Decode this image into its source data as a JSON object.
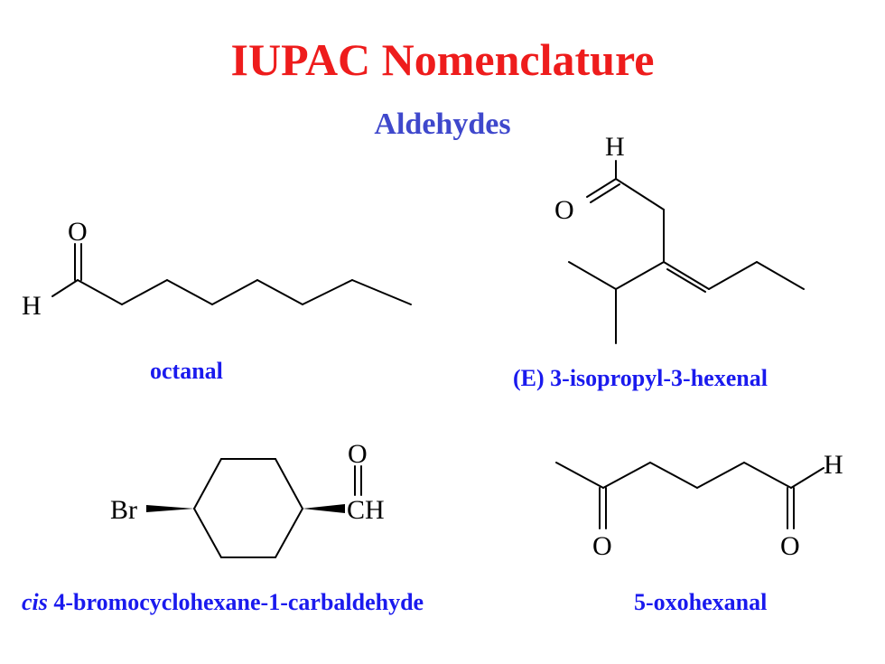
{
  "title": "IUPAC Nomenclature",
  "subtitle": "Aldehydes",
  "colors": {
    "title": "#ee1c1c",
    "subtitle": "#3f48cc",
    "label": "#1a1aee",
    "bond": "#000000"
  },
  "structures": [
    {
      "name": "octanal",
      "atoms": [
        "O",
        "H"
      ]
    },
    {
      "name": "(E) 3-isopropyl-3-hexenal",
      "atoms": [
        "H",
        "O"
      ]
    },
    {
      "prefix": "cis",
      "name": " 4-bromocyclohexane-1-carbaldehyde",
      "atoms": [
        "Br",
        "O",
        "CH"
      ]
    },
    {
      "name": "5-oxohexanal",
      "atoms": [
        "H",
        "O",
        "O"
      ]
    }
  ]
}
